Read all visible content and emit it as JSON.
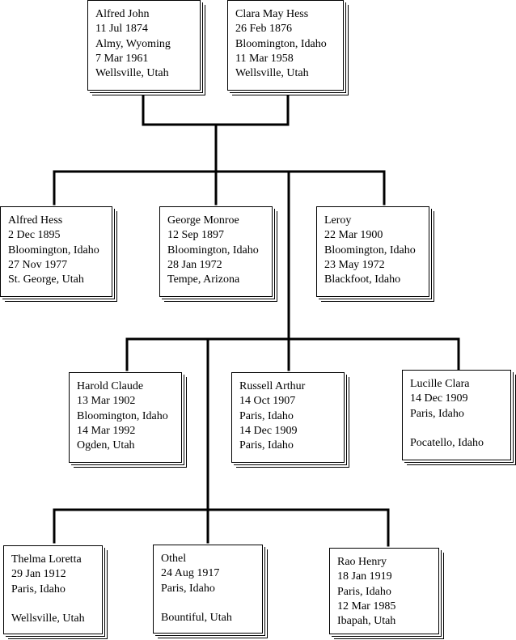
{
  "colors": {
    "line": "#000000",
    "background": "#ffffff",
    "text": "#000000"
  },
  "people": {
    "alfred_john": {
      "lines": [
        "Alfred John",
        "11 Jul 1874",
        "Almy, Wyoming",
        "7 Mar 1961",
        "Wellsville, Utah"
      ]
    },
    "clara_may": {
      "lines": [
        "Clara May Hess",
        "26 Feb 1876",
        "Bloomington, Idaho",
        "11 Mar 1958",
        "Wellsville, Utah"
      ]
    },
    "alfred_hess": {
      "lines": [
        "Alfred Hess",
        "2 Dec 1895",
        "Bloomington, Idaho",
        "27 Nov 1977",
        "St. George, Utah"
      ]
    },
    "george_monroe": {
      "lines": [
        "George Monroe",
        "12 Sep 1897",
        "Bloomington, Idaho",
        "28 Jan 1972",
        "Tempe, Arizona"
      ]
    },
    "leroy": {
      "lines": [
        "Leroy",
        "22 Mar 1900",
        "Bloomington, Idaho",
        "23 May 1972",
        "Blackfoot, Idaho"
      ]
    },
    "harold_claude": {
      "lines": [
        "Harold Claude",
        "13 Mar 1902",
        "Bloomington, Idaho",
        "14 Mar 1992",
        "Ogden, Utah"
      ]
    },
    "russell_arthur": {
      "lines": [
        "Russell Arthur",
        "14 Oct 1907",
        "Paris, Idaho",
        "14 Dec 1909",
        "Paris, Idaho"
      ]
    },
    "lucille_clara": {
      "lines": [
        "Lucille Clara",
        "14 Dec 1909",
        "Paris, Idaho",
        "",
        "Pocatello, Idaho"
      ]
    },
    "thelma_loretta": {
      "lines": [
        "Thelma Loretta",
        "29 Jan 1912",
        "Paris, Idaho",
        "",
        "Wellsville, Utah"
      ]
    },
    "othel": {
      "lines": [
        "Othel",
        "24 Aug 1917",
        "Paris, Idaho",
        "",
        "Bountiful, Utah"
      ]
    },
    "rao_henry": {
      "lines": [
        "Rao Henry",
        "18 Jan 1919",
        "Paris, Idaho",
        "12 Mar 1985",
        "Ibapah, Utah"
      ]
    }
  }
}
